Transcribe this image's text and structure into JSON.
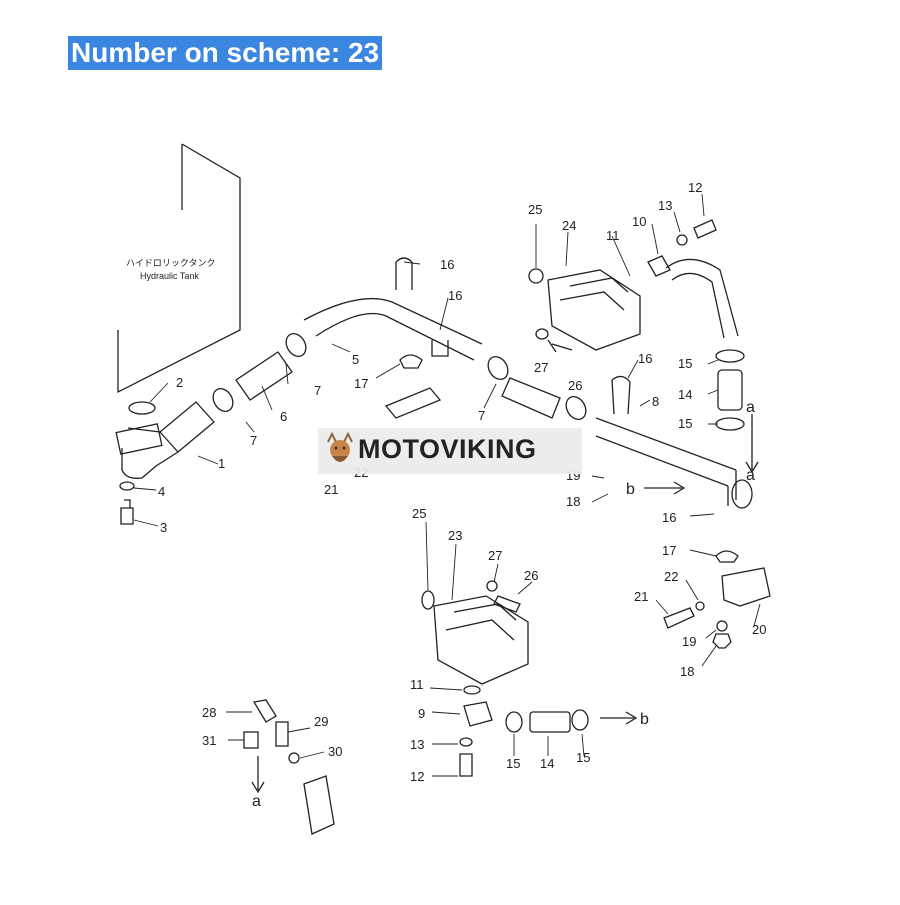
{
  "banner": {
    "text": "Number on scheme: 23"
  },
  "tank": {
    "label_jp": "ハイドロリックタンク",
    "label_en": "Hydraulic Tank"
  },
  "watermark": {
    "text": "MOTOVIKING"
  },
  "colors": {
    "banner_bg": "#3a86e0",
    "line": "#222222"
  },
  "callouts": [
    "1",
    "2",
    "3",
    "4",
    "5",
    "6",
    "7",
    "7",
    "7",
    "8",
    "9",
    "10",
    "11",
    "11",
    "12",
    "12",
    "13",
    "13",
    "14",
    "14",
    "15",
    "15",
    "15",
    "15",
    "16",
    "16",
    "16",
    "16",
    "17",
    "17",
    "18",
    "18",
    "19",
    "19",
    "20",
    "21",
    "21",
    "22",
    "22",
    "23",
    "24",
    "25",
    "25",
    "26",
    "26",
    "27",
    "27",
    "28",
    "29",
    "30",
    "31"
  ],
  "arrows": [
    "a",
    "a",
    "a",
    "b",
    "b"
  ]
}
